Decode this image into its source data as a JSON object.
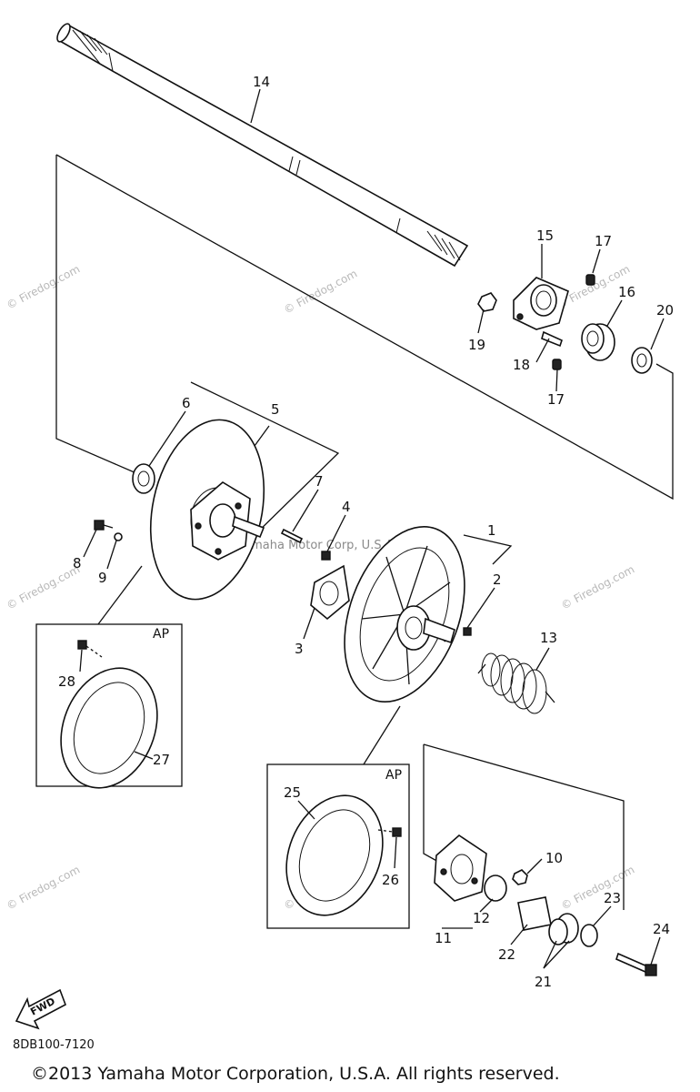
{
  "watermark": "© Firedog.com",
  "watermark_center": "Yamaha Motor Corp, U.S.A",
  "part_number": "8DB100-7120",
  "copyright": "©2013 Yamaha Motor Corporation, U.S.A. All rights reserved.",
  "fwd_label": "FWD",
  "ap_label": "AP",
  "callouts": {
    "c1": "1",
    "c2": "2",
    "c3": "3",
    "c4": "4",
    "c5": "5",
    "c6": "6",
    "c7": "7",
    "c8": "8",
    "c9": "9",
    "c10": "10",
    "c11": "11",
    "c12": "12",
    "c13": "13",
    "c14": "14",
    "c15": "15",
    "c16": "16",
    "c17a": "17",
    "c17b": "17",
    "c18": "18",
    "c19": "19",
    "c20": "20",
    "c21": "21",
    "c22": "22",
    "c23": "23",
    "c24": "24",
    "c25": "25",
    "c26": "26",
    "c27": "27",
    "c28": "28"
  }
}
